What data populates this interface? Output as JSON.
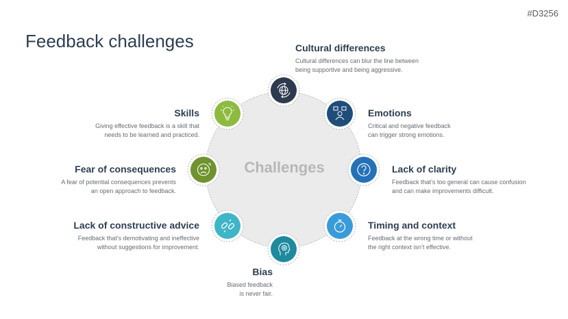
{
  "slide_id": "#D3256",
  "title": "Feedback challenges",
  "center_label": "Challenges",
  "colors": {
    "ring": "#ebebeb",
    "ring_border": "#b5b5b5",
    "dark_navy": "#2e3b4e",
    "navy": "#1e4d7a",
    "blue": "#2471b7",
    "light_blue": "#3a9bd9",
    "teal": "#1e8a9e",
    "cyan": "#3fb5c8",
    "olive": "#6f932e",
    "lime": "#8cbb3f"
  },
  "items": [
    {
      "id": "cultural",
      "title": "Cultural differences",
      "desc": [
        "Cultural differences can blur the line between",
        "being supportive and being aggressive."
      ],
      "icon": "globe-arrows-icon",
      "color": "#2e3b4e"
    },
    {
      "id": "emotions",
      "title": "Emotions",
      "desc": [
        "Critical and negative feedback",
        "can trigger strong emotions."
      ],
      "icon": "person-emotions-icon",
      "color": "#1e4d7a"
    },
    {
      "id": "clarity",
      "title": "Lack of clarity",
      "desc": [
        "Feedback that’s too general can cause confusion",
        "and can make improvements difficult."
      ],
      "icon": "question-mark-icon",
      "color": "#2471b7"
    },
    {
      "id": "timing",
      "title": "Timing and context",
      "desc": [
        "Feedback at the wrong time or without",
        "the right context isn’t effective."
      ],
      "icon": "stopwatch-icon",
      "color": "#3a9bd9"
    },
    {
      "id": "bias",
      "title": "Bias",
      "desc": [
        "Biased feedback",
        "is never fair."
      ],
      "icon": "head-target-icon",
      "color": "#1e8a9e"
    },
    {
      "id": "constructive",
      "title": "Lack of constructive advice",
      "desc": [
        "Feedback that’s demotivating and ineffective",
        "without suggestions for improvement."
      ],
      "icon": "broken-link-icon",
      "color": "#3fb5c8"
    },
    {
      "id": "consequences",
      "title": "Fear of consequences",
      "desc": [
        "A fear of potential consequences prevents",
        "an open approach to feedback."
      ],
      "icon": "worried-face-icon",
      "color": "#6f932e"
    },
    {
      "id": "skills",
      "title": "Skills",
      "desc": [
        "Giving effective feedback is a skill that",
        "needs to be learned and practiced."
      ],
      "icon": "lightbulb-icon",
      "color": "#8cbb3f"
    }
  ]
}
